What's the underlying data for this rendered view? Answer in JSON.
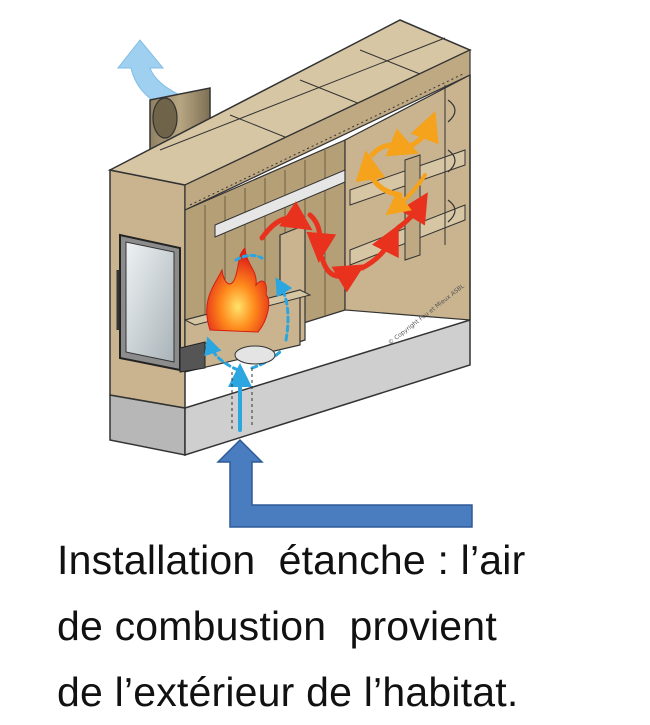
{
  "caption": {
    "line1": "Installation  étanche : l’air",
    "line2": "de combustion  provient",
    "line3": "de l’extérieur de l’habitat."
  },
  "watermark": "© Copyright Feu et Mieux ASBL",
  "colors": {
    "stone": "#c9b48f",
    "stone_dark": "#a48d66",
    "stone_top": "#d7c6a4",
    "base_grey": "#c8c8c8",
    "outside_air_arrow": "#4a7cc0",
    "air_flow": "#2ba6e0",
    "hot_gas": "#e8321e",
    "warm_gas": "#f5a21c",
    "smoke_arrow": "#9fd0f0"
  },
  "icons": [
    "flame-icon",
    "smoke-exhaust-arrow-icon",
    "outside-air-inlet-arrow-icon"
  ]
}
